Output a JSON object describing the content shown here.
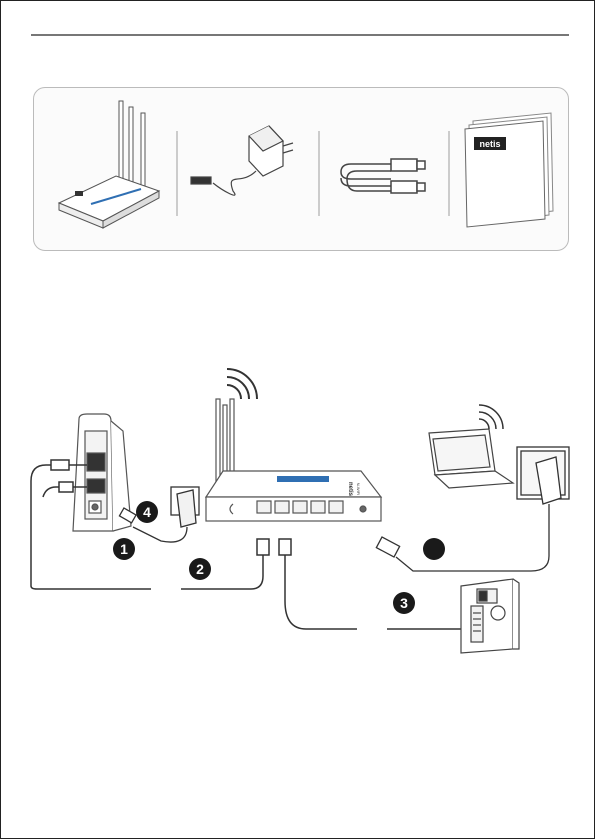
{
  "package_contents": {
    "items": [
      {
        "name": "router"
      },
      {
        "name": "power-adapter"
      },
      {
        "name": "ethernet-cable"
      },
      {
        "name": "quick-installation-guide",
        "brand_label": "netis"
      }
    ]
  },
  "connection_steps": [
    {
      "number": "1"
    },
    {
      "number": "2"
    },
    {
      "number": "3"
    },
    {
      "number": "4"
    },
    {
      "number": ""
    }
  ],
  "router": {
    "model_label": "netis",
    "model_sublabel": "N-WIFI"
  },
  "colors": {
    "line": "#333333",
    "badge": "#1a1a1a",
    "led_strip": "#2f6fb3",
    "outline": "#666666"
  }
}
